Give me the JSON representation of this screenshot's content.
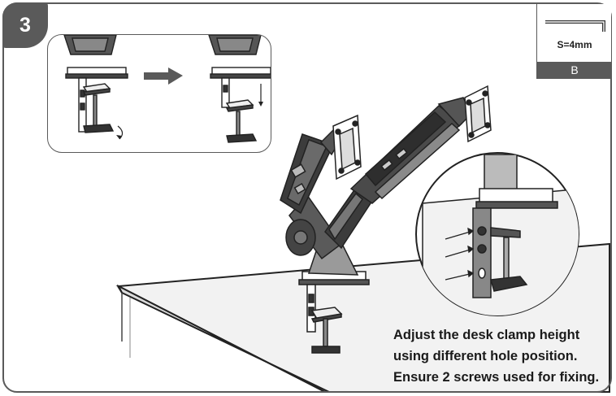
{
  "step": {
    "number": "3"
  },
  "tool": {
    "size_label": "S=4mm",
    "letter": "B",
    "icon": "allen-key-icon"
  },
  "instructions": {
    "line1": "Adjust the desk clamp height",
    "line2": "using different hole position.",
    "line3": "Ensure 2 screws used for fixing."
  },
  "colors": {
    "frame": "#5a5a5a",
    "ink": "#1a1a1a",
    "desk": "#f2f2f2"
  }
}
